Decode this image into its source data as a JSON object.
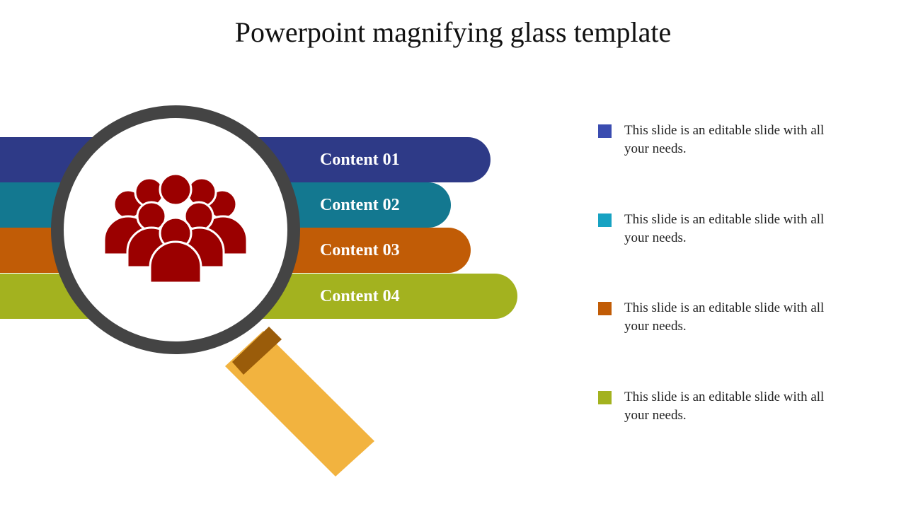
{
  "slide": {
    "title": "Powerpoint magnifying glass template"
  },
  "bands": [
    {
      "label": "Content 01",
      "color": "#2e3a87"
    },
    {
      "label": "Content 02",
      "color": "#137890"
    },
    {
      "label": "Content 03",
      "color": "#c15c06"
    },
    {
      "label": "Content 04",
      "color": "#a3b21f"
    }
  ],
  "legend": [
    {
      "text": "This slide is an editable slide with all your needs.",
      "color": "#3a4cb0"
    },
    {
      "text": "This slide is an editable slide with all your needs.",
      "color": "#17a2c2"
    },
    {
      "text": "This slide is an editable slide with all your needs.",
      "color": "#c15c06"
    },
    {
      "text": "This slide is an editable slide with all your needs.",
      "color": "#a3b21f"
    }
  ],
  "icons": {
    "center_icon": "group-of-people-icon",
    "tool": "magnifying-glass-icon"
  },
  "colors": {
    "people_icon": "#9b0000",
    "lens_ring": "#444444",
    "handle": "#f2b33f",
    "handle_collar": "#9a5c0a"
  }
}
